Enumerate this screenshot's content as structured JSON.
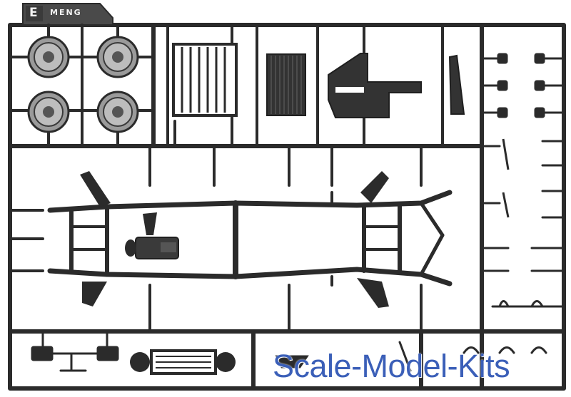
{
  "sprue": {
    "letter": "E",
    "brand": "MENG"
  },
  "watermark": "Scale-Model-Kits",
  "colors": {
    "plastic": "#2b2b2b",
    "plastic_light": "#4a4a4a",
    "background": "#ffffff",
    "watermark": "#3b5fb8"
  },
  "icons": {
    "wheel": "wheel-icon",
    "grille": "grille-icon",
    "radiator": "radiator-icon",
    "chassis": "chassis-frame-icon"
  }
}
